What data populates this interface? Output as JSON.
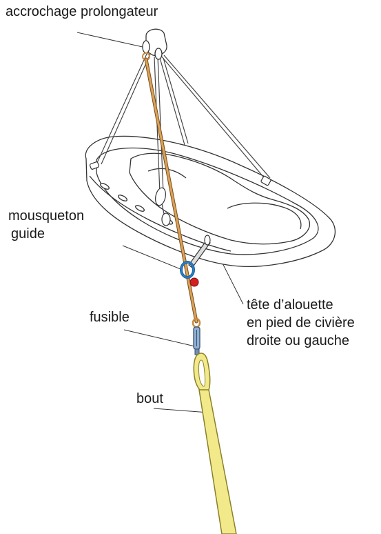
{
  "labels": {
    "accrochage": "accrochage prolongateur",
    "mousqueton": [
      "mousqueton",
      "guide"
    ],
    "fusible": "fusible",
    "bout": "bout",
    "tete": [
      "tête d’alouette",
      "en pied de civière",
      "droite ou gauche"
    ]
  },
  "colors": {
    "background": "#ffffff",
    "outline": "#333333",
    "prolongateur_rope": "#d9a25a",
    "bout_rope": "#f2ea8a",
    "carabiner_blue": "#2a7fc7",
    "button_red": "#d21f1f",
    "fusible_blue": "#6f8fb5"
  }
}
